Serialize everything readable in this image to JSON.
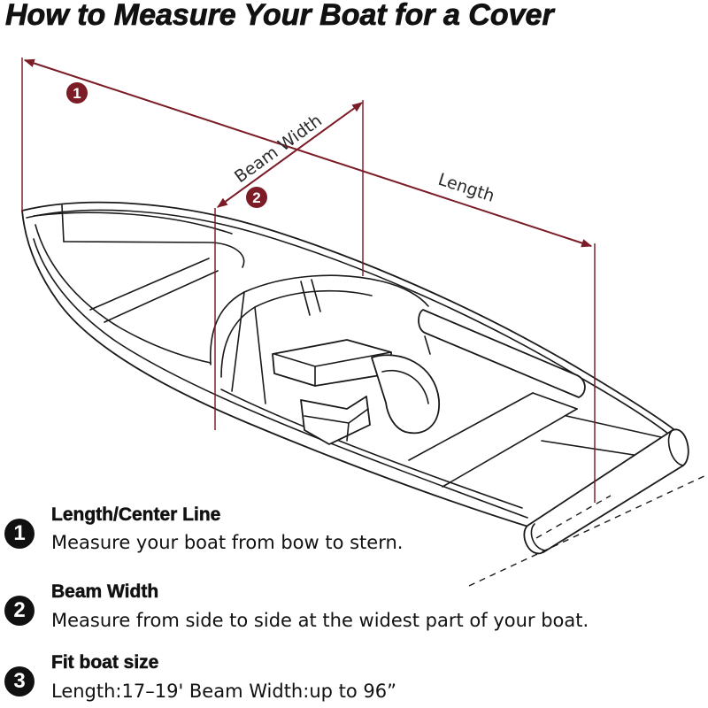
{
  "title": "How to Measure Your Boat for a Cover",
  "diagram": {
    "labels": {
      "length": "Length",
      "beam_width": "Beam Width"
    },
    "markers": {
      "length": "1",
      "beam_width": "2"
    },
    "colors": {
      "measure_line": "#7b1c26",
      "outline": "#1a1a1a",
      "badge": "#111111"
    }
  },
  "steps": [
    {
      "number": "1",
      "heading": "Length/Center Line",
      "text": "Measure your boat from bow to stern."
    },
    {
      "number": "2",
      "heading": "Beam Width",
      "text": "Measure from side to side at the widest part of your boat."
    },
    {
      "number": "3",
      "heading": "Fit boat size",
      "text": "Length:17–19' Beam Width:up to 96”"
    }
  ]
}
